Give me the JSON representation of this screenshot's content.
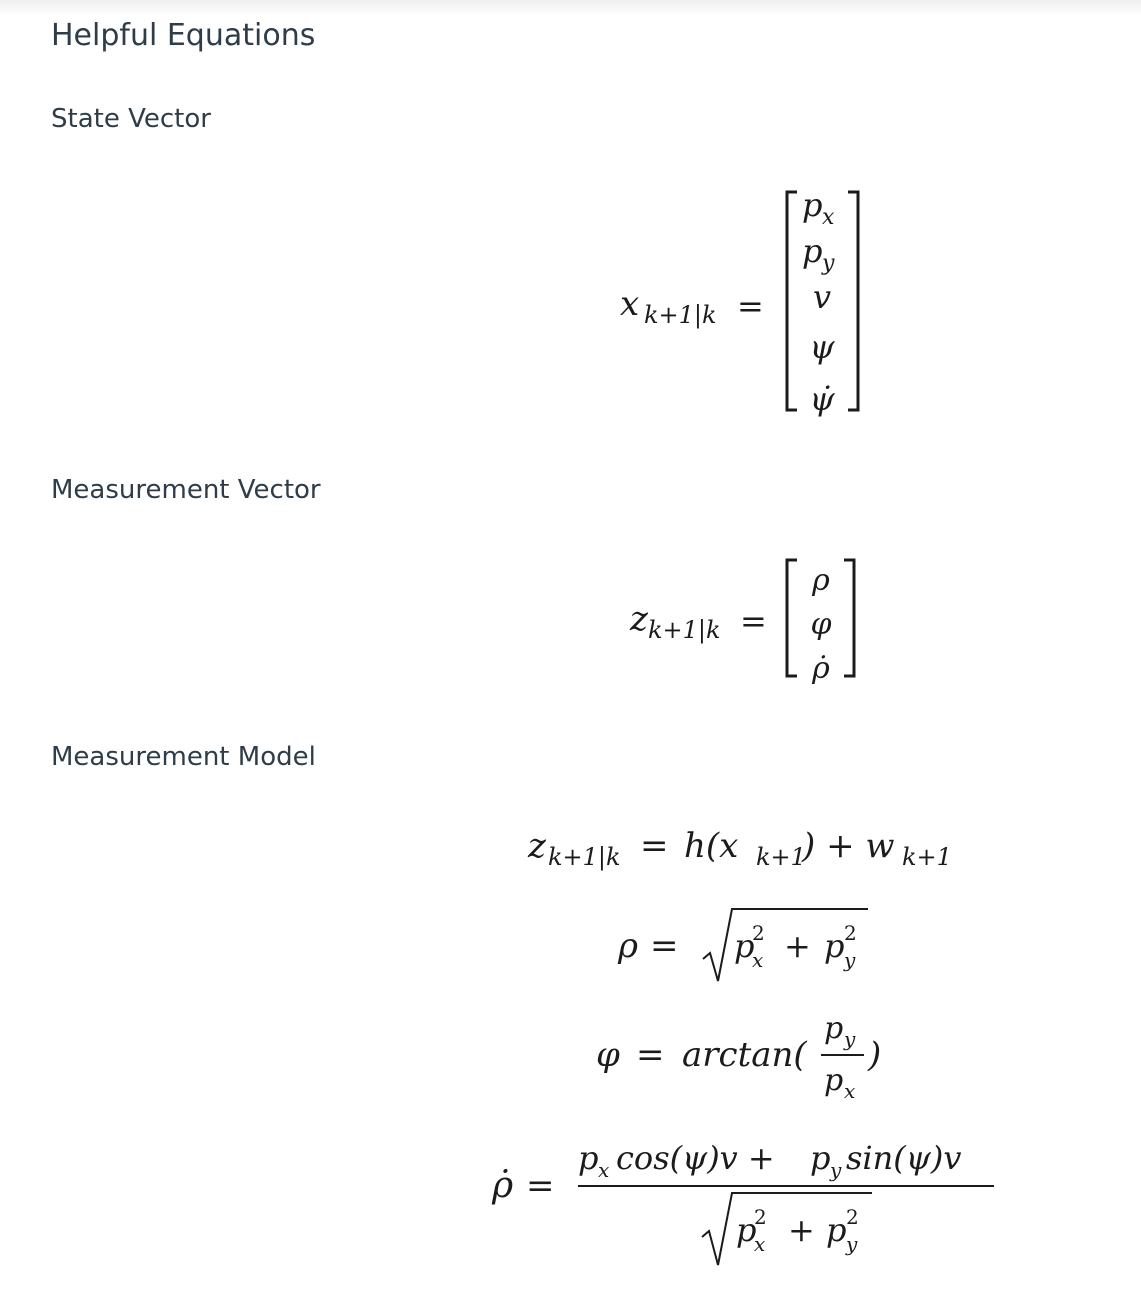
{
  "page": {
    "title": "Helpful Equations",
    "sections": {
      "state_vector": "State Vector",
      "measurement_vector": "Measurement Vector",
      "measurement_model": "Measurement Model"
    }
  },
  "equations": {
    "state_vector": {
      "lhs_base": "x",
      "lhs_sub": "k+1|k",
      "equals": "=",
      "entries": [
        {
          "base": "p",
          "sub": "x"
        },
        {
          "base": "p",
          "sub": "y"
        },
        {
          "base": "v",
          "sub": ""
        },
        {
          "base": "ψ",
          "sub": ""
        },
        {
          "base": "ψ̇",
          "sub": ""
        }
      ]
    },
    "measurement_vector": {
      "lhs_base": "z",
      "lhs_sub": "k+1|k",
      "equals": "=",
      "entries": [
        {
          "base": "ρ"
        },
        {
          "base": "φ"
        },
        {
          "base": "ρ̇"
        }
      ]
    },
    "measurement_model": {
      "lhs_base": "z",
      "lhs_sub": "k+1|k",
      "equals": "=",
      "h_text": "h(x",
      "h_sub": "k+1",
      "plus_w": ") + w",
      "w_sub": "k+1"
    },
    "rho": {
      "lhs": "ρ",
      "equals": "=",
      "p": "p",
      "sup": "2",
      "sub_x": "x",
      "sub_y": "y",
      "plus": "+"
    },
    "phi": {
      "lhs": "φ",
      "equals": "=",
      "func": "arctan(",
      "num_base": "p",
      "num_sub": "y",
      "den_base": "p",
      "den_sub": "x",
      "close": ")"
    },
    "rho_dot": {
      "lhs": "ρ̇",
      "equals": "=",
      "p": "p",
      "sub_x": "x",
      "sub_y": "y",
      "cos_part": "cos(ψ)v + ",
      "sin_part": "sin(ψ)v",
      "sup": "2",
      "plus": "+"
    }
  }
}
